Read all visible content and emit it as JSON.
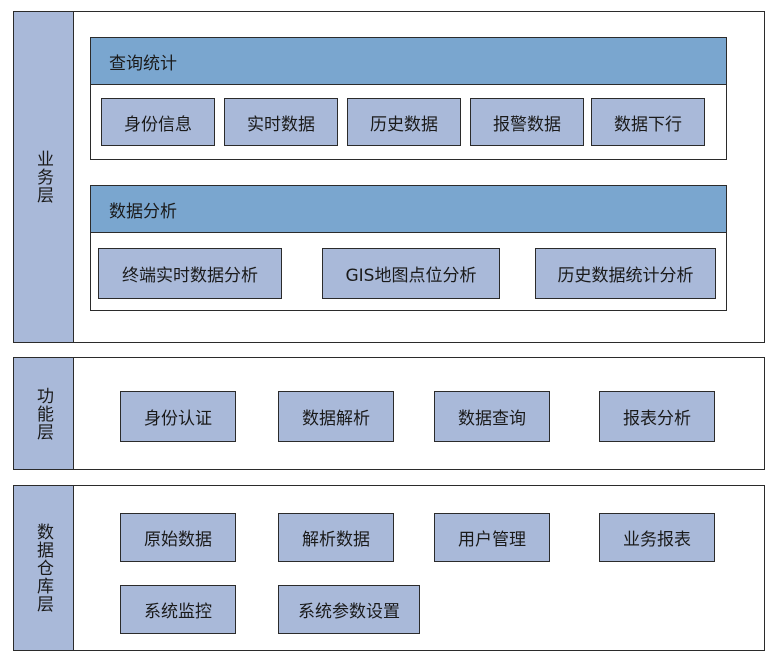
{
  "business_layer": {
    "label": "业务层",
    "query": {
      "title": "查询统计",
      "items": [
        "身份信息",
        "实时数据",
        "历史数据",
        "报警数据",
        "数据下行"
      ]
    },
    "analysis": {
      "title": "数据分析",
      "items": [
        "终端实时数据分析",
        "GIS地图点位分析",
        "历史数据统计分析"
      ]
    }
  },
  "function_layer": {
    "label": "功能层",
    "items": [
      "身份认证",
      "数据解析",
      "数据查询",
      "报表分析"
    ]
  },
  "warehouse_layer": {
    "label": "数据仓库层",
    "items": [
      "原始数据",
      "解析数据",
      "用户管理",
      "业务报表",
      "系统监控",
      "系统参数设置"
    ]
  },
  "colors": {
    "label_fill": "#a9b9d9",
    "header_fill": "#7aa6cf",
    "box_fill": "#a9b9d9",
    "border": "#2b2b2b"
  }
}
